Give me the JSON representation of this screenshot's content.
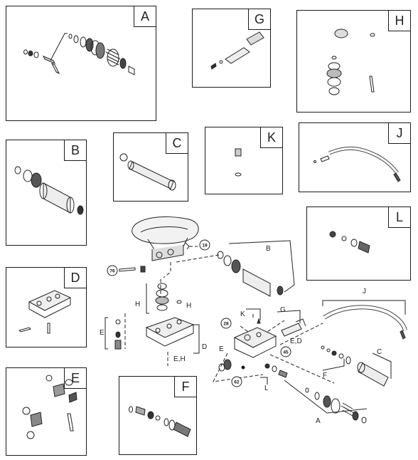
{
  "panels": {
    "A": "A",
    "B": "B",
    "C": "C",
    "D": "D",
    "E": "E",
    "F": "F",
    "G": "G",
    "H": "H",
    "J": "J",
    "K": "K",
    "L": "L"
  },
  "callouts": {
    "c19": "19",
    "c76": "76",
    "c28": "28",
    "c45": "45",
    "c62": "62"
  },
  "labels": {
    "B": "B",
    "H": "H",
    "H2": "H",
    "E": "E",
    "D": "D",
    "EH": "E,H",
    "K": "K",
    "G": "G",
    "ED": "E,D",
    "J": "J",
    "C": "C",
    "F": "F",
    "L": "L",
    "A": "A",
    "E2": "E"
  }
}
